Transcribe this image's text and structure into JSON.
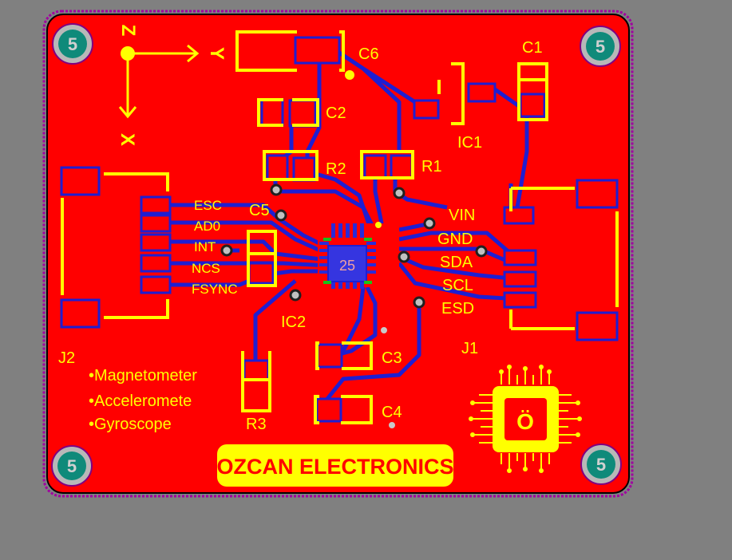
{
  "colors": {
    "background": "#808080",
    "board_outline": "#a000a0",
    "board_fill": "#ff0000",
    "trace": "#1e1ed2",
    "silkscreen": "#ffff00",
    "ic_body": "#3535e0"
  },
  "axes": {
    "z": "Z",
    "y": "Y",
    "x": "X"
  },
  "mounting_holes": [
    "5",
    "5",
    "5",
    "5"
  ],
  "components": {
    "C6": "C6",
    "C1": "C1",
    "C2": "C2",
    "IC1": "IC1",
    "R2": "R2",
    "R1": "R1",
    "C5": "C5",
    "IC2": "IC2",
    "C3": "C3",
    "C4": "C4",
    "R3": "R3",
    "J1": "J1",
    "J2": "J2"
  },
  "chip_marking": "25",
  "j2_pins": [
    "ESC",
    "AD0",
    "INT",
    "NCS",
    "FSYNC"
  ],
  "j1_pins": [
    "VIN",
    "GND",
    "SDA",
    "SCL",
    "ESD"
  ],
  "features": [
    "•Magnetometer",
    "•Acceleromete",
    "•Gyroscope"
  ],
  "brand": "OZCAN ELECTRONICS",
  "logo": {
    "icon": "microchip-logo-icon",
    "glyph": "Ö"
  }
}
